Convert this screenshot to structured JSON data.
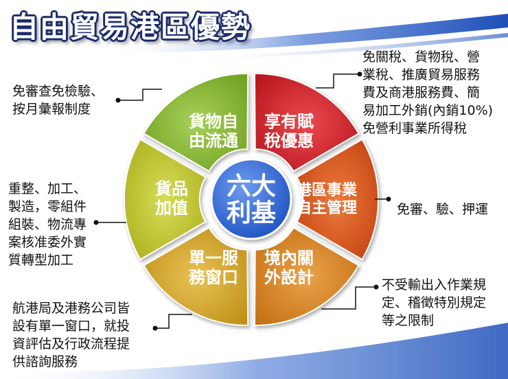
{
  "title": "自由貿易港區優勢",
  "center": {
    "line1": "六大",
    "line2": "利基"
  },
  "segments": [
    {
      "line1": "享有賦",
      "line2": "稅優惠"
    },
    {
      "line1": "港區事業",
      "line2": "自主管理"
    },
    {
      "line1": "境內關",
      "line2": "外設計"
    },
    {
      "line1": "單一服",
      "line2": "務窗口"
    },
    {
      "line1": "貨品",
      "line2": "加值"
    },
    {
      "line1": "貨物自",
      "line2": "由流通"
    }
  ],
  "notes": {
    "tax": [
      "免關稅、貨物稅、營",
      "業稅、推廣貿易服務",
      "費及商港服務費、簡",
      "易加工外銷(內銷10%)",
      "免營利事業所得稅"
    ],
    "mgmt": [
      "免審、驗、押運"
    ],
    "design": [
      "不受輸出入作業規",
      "定、稽徵特別規定",
      "等之限制"
    ],
    "window": [
      "航港局及港務公司皆",
      "設有單一窗口，就投",
      "資評估及行政流程提",
      "供諮詢服務"
    ],
    "value": [
      "重整、加工、",
      "製造，零組件",
      "組裝、物流專",
      "案核准委外實",
      "質轉型加工"
    ],
    "flow": [
      "免審查免檢驗、",
      "按月彙報制度"
    ]
  },
  "colors": {
    "title_outline": "#1d2b6b",
    "center": "#2f68d8",
    "tax": "#c8191f",
    "mgmt": "#d24b14",
    "design": "#cc7a16",
    "window": "#c99a1a",
    "value": "#b7bd22",
    "flow": "#7fb127"
  }
}
